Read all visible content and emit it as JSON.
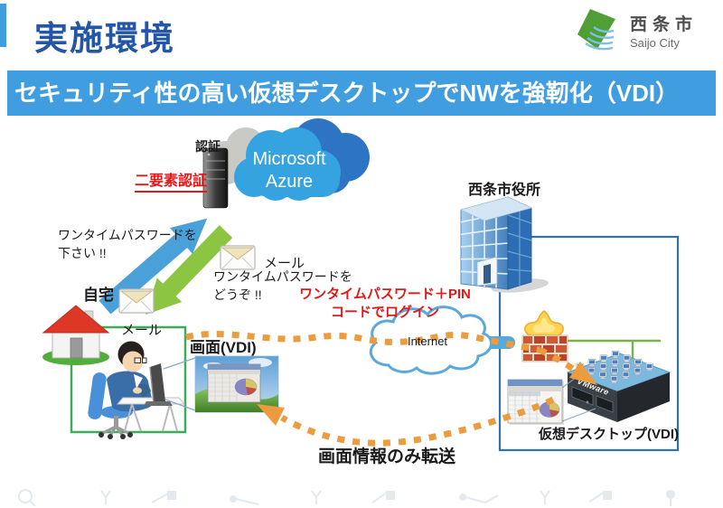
{
  "slide": {
    "title": "実施環境",
    "logo": {
      "city_jp": "西条市",
      "city_en": "Saijo City"
    },
    "banner": "セキュリティ性の高い仮想デスクトップでNWを強靭化（VDI）"
  },
  "diagram": {
    "azure": {
      "line1": "Microsoft",
      "line2": "Azure",
      "auth_label": "認証",
      "two_factor": "二要素認証"
    },
    "otp_request": {
      "line1": "ワンタイムパスワードを",
      "line2": "下さい !!"
    },
    "otp_give": {
      "line1": "ワンタイムパスワードを",
      "line2": "どうぞ !!"
    },
    "mail_top": "メール",
    "mail_bottom": "メール",
    "home": "自宅",
    "screen_vdi": "画面(VDI)",
    "login": {
      "line1": "ワンタイムパスワード＋PIN",
      "line2": "コードでログイン"
    },
    "internet": "Internet",
    "city_hall": "西条市役所",
    "server_brand": "VMware",
    "vdi_server": "仮想デスクトップ(VDI)",
    "transfer_note": "画面情報のみ転送"
  },
  "colors": {
    "title_blue": "#2456a8",
    "banner_blue": "#3f9de0",
    "azure_light": "#36a3e1",
    "azure_dark": "#2e74c4",
    "arrow_blue": "#4aa0d8",
    "arrow_green": "#8bc541",
    "alert_red": "#e31818",
    "dash_orange": "#ec9c3e",
    "home_box_green": "#3cab5a",
    "office_box_blue": "#2e74b5",
    "line_green": "#7cb24c"
  }
}
